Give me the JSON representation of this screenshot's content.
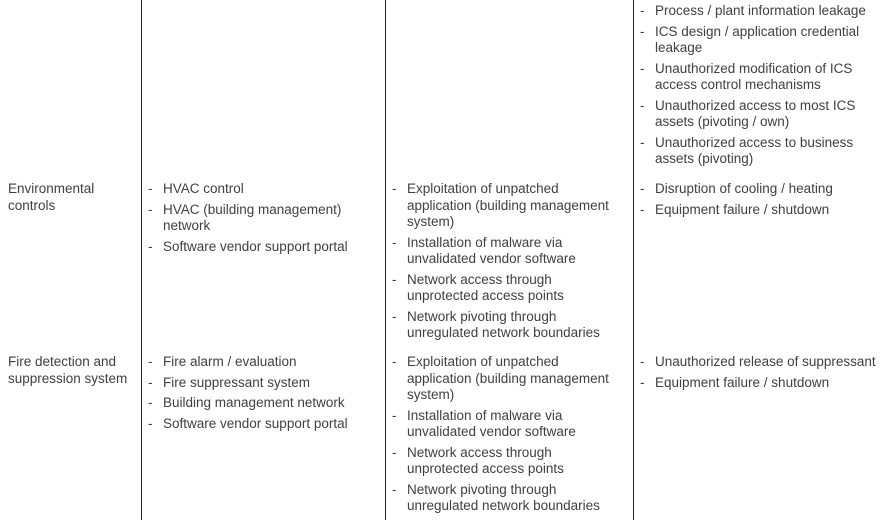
{
  "rows": [
    {
      "category": "",
      "assets": [],
      "threats": [],
      "impacts": [
        "Process / plant information leakage",
        "ICS design / application credential leakage",
        "Unauthorized modification of ICS access control mechanisms",
        "Unauthorized access to most ICS assets (pivoting / own)",
        "Unauthorized access to business assets (pivoting)"
      ]
    },
    {
      "category": "Environmental controls",
      "assets": [
        "HVAC control",
        "HVAC (building management) network",
        "Software vendor support portal"
      ],
      "threats": [
        "Exploitation of unpatched application (building management system)",
        "Installation of malware via unvalidated vendor software",
        "Network access through unprotected access points",
        "Network pivoting through unregulated network boundaries"
      ],
      "impacts": [
        "Disruption of cooling / heating",
        "Equipment failure / shutdown"
      ]
    },
    {
      "category": "Fire detection and suppression system",
      "assets": [
        "Fire alarm / evaluation",
        "Fire suppressant system",
        "Building management network",
        "Software vendor support portal"
      ],
      "threats": [
        "Exploitation of unpatched application (building management system)",
        "Installation of malware via unvalidated vendor software",
        "Network access through unprotected access points",
        "Network pivoting through unregulated network boundaries"
      ],
      "impacts": [
        "Unauthorized release of suppressant",
        "Equipment failure / shutdown"
      ]
    }
  ]
}
